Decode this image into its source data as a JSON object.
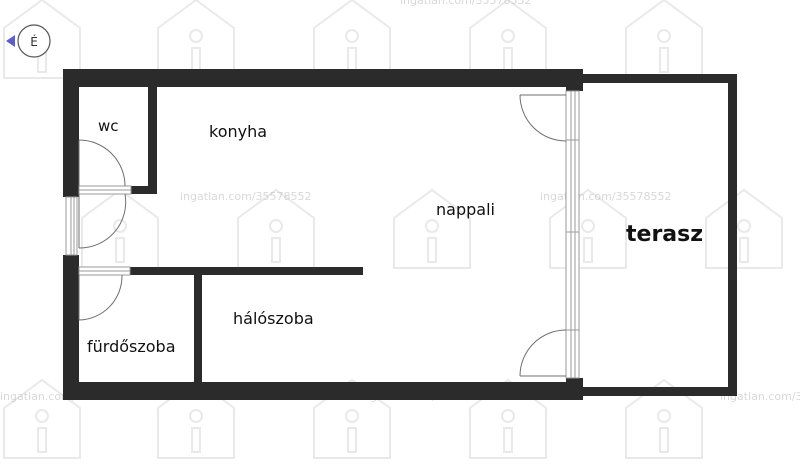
{
  "compass": {
    "letter": "É"
  },
  "rooms": {
    "wc": "wc",
    "konyha": "konyha",
    "nappali": "nappali",
    "terasz": "terasz",
    "haloszoba": "hálószoba",
    "furdoszoba": "fürdőszoba"
  },
  "watermark": {
    "text": "ingatlan.com/35578552"
  },
  "colors": {
    "wall": "#2b2b2b",
    "watermark": "#b9b9b9",
    "accent": "#5b5fc7"
  }
}
